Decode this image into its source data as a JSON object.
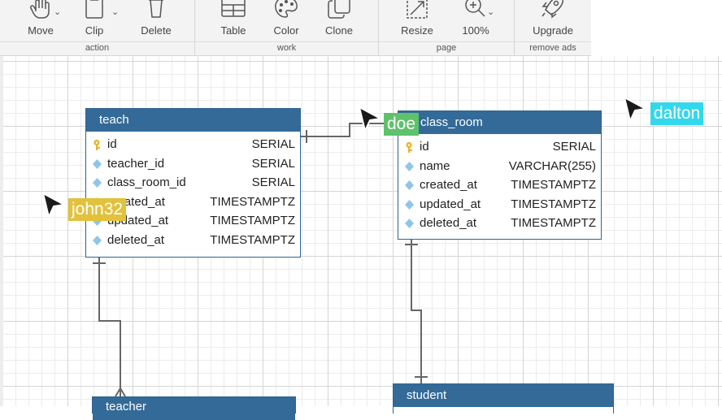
{
  "toolbar": {
    "groups": [
      {
        "label": "action",
        "tools": [
          {
            "label": "Move",
            "icon": "hand-icon"
          },
          {
            "label": "Clip",
            "icon": "clipboard-icon"
          },
          {
            "label": "Delete",
            "icon": "trash-icon"
          }
        ]
      },
      {
        "label": "work",
        "tools": [
          {
            "label": "Table",
            "icon": "table-icon"
          },
          {
            "label": "Color",
            "icon": "palette-icon"
          },
          {
            "label": "Clone",
            "icon": "clone-icon"
          }
        ]
      },
      {
        "label": "page",
        "tools": [
          {
            "label": "Resize",
            "icon": "resize-icon"
          },
          {
            "label": "100%",
            "icon": "zoom-icon"
          }
        ]
      },
      {
        "label": "remove ads",
        "tools": [
          {
            "label": "Upgrade",
            "icon": "rocket-icon"
          }
        ]
      }
    ]
  },
  "tables": {
    "teach": {
      "title": "teach",
      "rows": [
        {
          "name": "id",
          "type": "SERIAL",
          "key": "primary"
        },
        {
          "name": "teacher_id",
          "type": "SERIAL",
          "key": "field"
        },
        {
          "name": "class_room_id",
          "type": "SERIAL",
          "key": "field"
        },
        {
          "name": "created_at",
          "type": "TIMESTAMPTZ",
          "key": "field"
        },
        {
          "name": "updated_at",
          "type": "TIMESTAMPTZ",
          "key": "field"
        },
        {
          "name": "deleted_at",
          "type": "TIMESTAMPTZ",
          "key": "field"
        }
      ]
    },
    "class_room": {
      "title": "class_room",
      "rows": [
        {
          "name": "id",
          "type": "SERIAL",
          "key": "primary"
        },
        {
          "name": "name",
          "type": "VARCHAR(255)",
          "key": "field"
        },
        {
          "name": "created_at",
          "type": "TIMESTAMPTZ",
          "key": "field"
        },
        {
          "name": "updated_at",
          "type": "TIMESTAMPTZ",
          "key": "field"
        },
        {
          "name": "deleted_at",
          "type": "TIMESTAMPTZ",
          "key": "field"
        }
      ]
    },
    "teacher": {
      "title": "teacher"
    },
    "student": {
      "title": "student"
    }
  },
  "cursors": [
    {
      "user": "doe",
      "color": "#5ec26a"
    },
    {
      "user": "dalton",
      "color": "#33d8ec"
    },
    {
      "user": "john32",
      "color": "#e2c23c"
    }
  ],
  "colors": {
    "table_header": "#336a98",
    "key_icon": "#e8b52a",
    "field_icon": "#8ec6ea"
  }
}
